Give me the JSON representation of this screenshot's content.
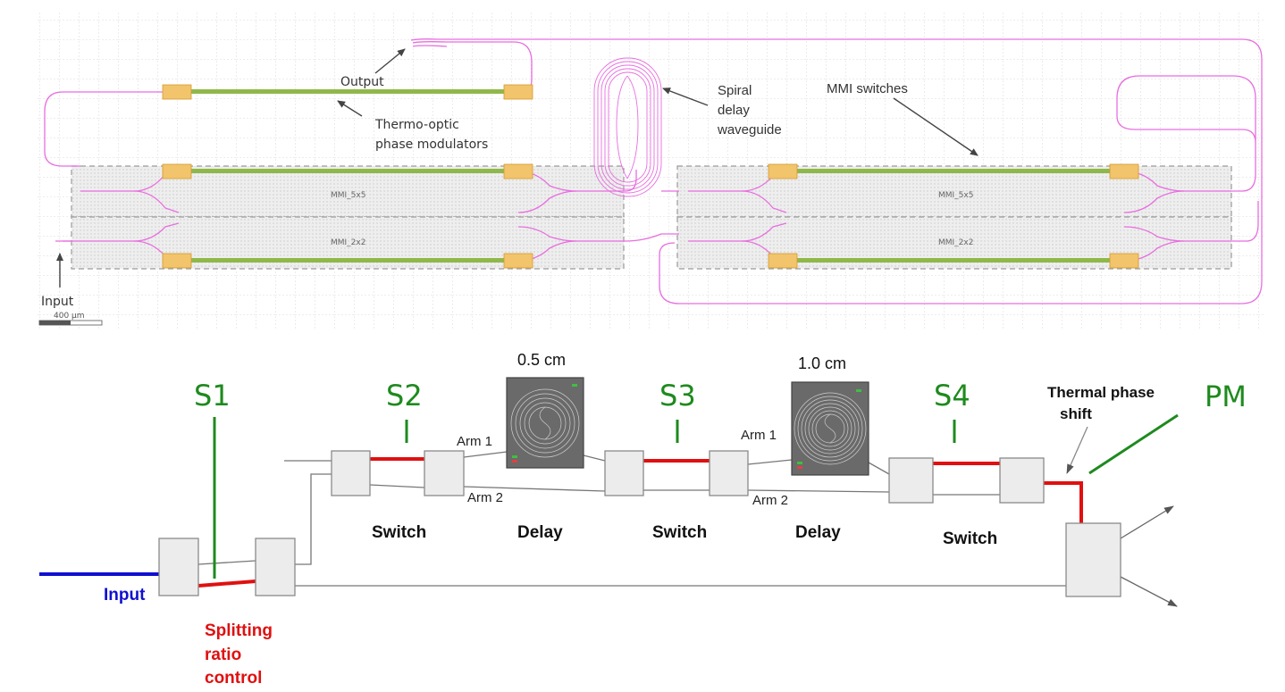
{
  "layout_labels": {
    "output": "Output",
    "thermo_optic": [
      "Thermo-optic",
      "phase modulators"
    ],
    "spiral": [
      "Spiral",
      "delay",
      "waveguide"
    ],
    "mmi_switches": "MMI switches",
    "input": "Input",
    "scale_bar": "400 µm",
    "mmi_5x5_left": "MMI_5x5",
    "mmi_2x2_left": "MMI_2x2",
    "mmi_5x5_right": "MMI_5x5",
    "mmi_2x2_right": "MMI_2x2"
  },
  "schematic": {
    "s1": "S1",
    "s2": "S2",
    "s3": "S3",
    "s4": "S4",
    "pm": "PM",
    "delay1_length": "0.5 cm",
    "delay2_length": "1.0 cm",
    "arm1_a": "Arm 1",
    "arm2_a": "Arm 2",
    "arm1_b": "Arm 1",
    "arm2_b": "Arm 2",
    "switch_1": "Switch",
    "delay_1": "Delay",
    "switch_2": "Switch",
    "delay_2": "Delay",
    "switch_3": "Switch",
    "thermal": [
      "Thermal phase",
      "shift"
    ],
    "input": "Input",
    "splitting": [
      "Splitting",
      "ratio",
      "control"
    ]
  },
  "colors": {
    "waveguide": "#e86ee0",
    "heater": "#f2c46b",
    "heater_strip": "#8fb84a",
    "green_label": "#1e8a1e",
    "red_path": "#e01010",
    "blue_input": "#1010d0",
    "block_fill": "#ececec",
    "delay_chip": "#6a6a6a"
  }
}
